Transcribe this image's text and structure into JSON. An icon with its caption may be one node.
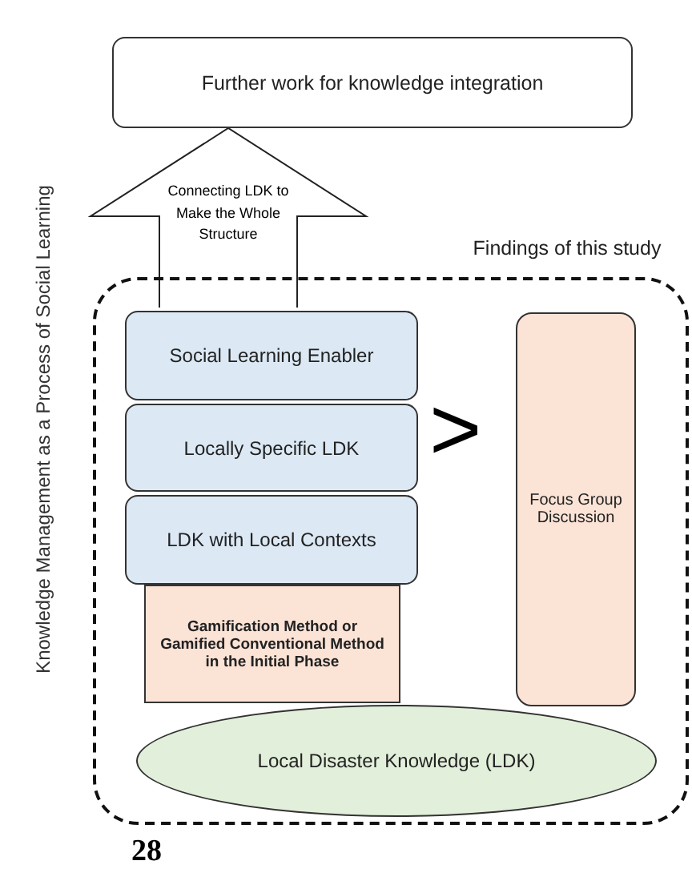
{
  "diagram": {
    "nodes": [
      {
        "text": [
          "Further work for knowledge integration"
        ]
      },
      {
        "text": [
          "Findings of this study"
        ]
      },
      {
        "text": [
          "Social Learning Enabler"
        ],
        "in": 1
      },
      {
        "text": [
          "Locally Specific LDK"
        ],
        "in": 1
      },
      {
        "text": [
          "LDK with Local Contexts"
        ],
        "in": 1
      },
      {
        "text": [
          "Gamification Method or Gamified Conventional Method in the Initial Phase"
        ],
        "in": 1
      },
      {
        "text": [
          "Focus Group Discussion"
        ],
        "in": 1
      },
      {
        "text": [
          "Local Disaster Knowledge (LDK)"
        ],
        "in": 1
      }
    ],
    "edges": [
      {
        "from": 2,
        "to": 0,
        "arrow": "to",
        "label": "Connecting LDK to Make the Whole Structure",
        "style": "thick"
      }
    ],
    "labels": [
      "Knowledge Management as a Process of Social Learning",
      ">",
      "28"
    ]
  }
}
